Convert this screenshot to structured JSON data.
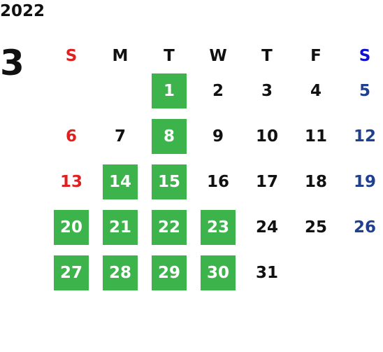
{
  "calendar": {
    "year": "2022",
    "month": "3",
    "weekdays": [
      "S",
      "M",
      "T",
      "W",
      "T",
      "F",
      "S"
    ],
    "highlight_color": "#3cb44b",
    "sunday_color": "#e02020",
    "saturday_header_color": "#1010d0",
    "saturday_color": "#1f3f8f",
    "weeks": [
      [
        "",
        "",
        "1",
        "2",
        "3",
        "4",
        "5"
      ],
      [
        "6",
        "7",
        "8",
        "9",
        "10",
        "11",
        "12"
      ],
      [
        "13",
        "14",
        "15",
        "16",
        "17",
        "18",
        "19"
      ],
      [
        "20",
        "21",
        "22",
        "23",
        "24",
        "25",
        "26"
      ],
      [
        "27",
        "28",
        "29",
        "30",
        "31",
        "",
        ""
      ]
    ],
    "highlighted_days": [
      "1",
      "8",
      "14",
      "15",
      "20",
      "21",
      "22",
      "23",
      "27",
      "28",
      "29",
      "30"
    ]
  }
}
